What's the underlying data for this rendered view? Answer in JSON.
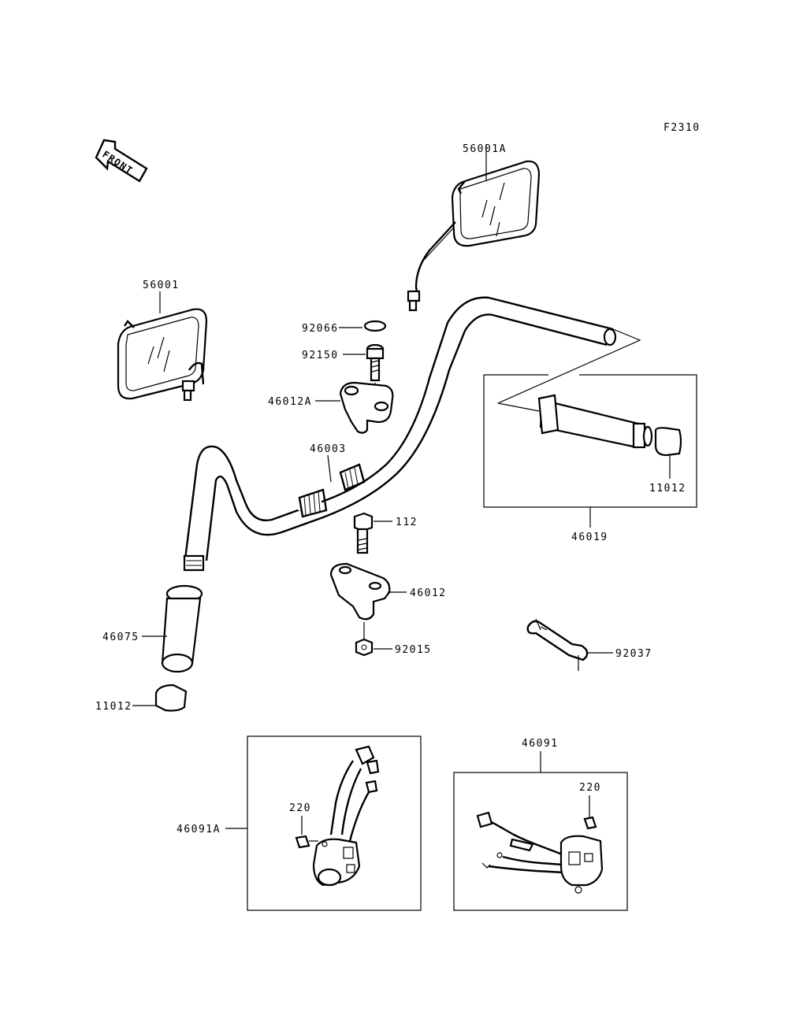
{
  "diagram_code": "F2310",
  "front_label": "FRONT",
  "parts": {
    "mirror_right": "56001A",
    "mirror_left": "56001",
    "cap": "92066",
    "bolt_top": "92150",
    "holder_upper": "46012A",
    "handlebar": "46003",
    "bolt_lower": "112",
    "holder_lower": "46012",
    "nut": "92015",
    "grip_left": "46075",
    "end_left": "11012",
    "throttle_grip": "46019",
    "end_right": "11012",
    "wrench": "92037",
    "switch_left": "46091A",
    "switch_left_screw": "220",
    "switch_right": "46091",
    "switch_right_screw": "220"
  }
}
